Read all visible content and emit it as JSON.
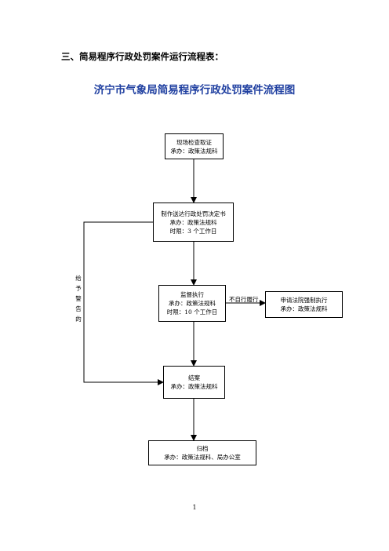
{
  "section_heading": "三、简易程序行政处罚案件运行流程表：",
  "chart_title": "济宁市气象局简易程序行政处罚案件流程图",
  "nodes": {
    "inspect": {
      "line1": "现场检查取证",
      "line2": "承办：政策法规科"
    },
    "decision": {
      "line1": "制作送达行政处罚决定书",
      "line2": "承办：政策法规科",
      "line3": "时限：3 个工作日"
    },
    "supervise": {
      "line1": "监督执行",
      "line2": "承办：政策法规科",
      "line3": "时限：10 个工作日"
    },
    "enforce": {
      "line1": "申请法院强制执行",
      "line2": "承办：政策法规科"
    },
    "close": {
      "line1": "结案",
      "line2": "承办：政策法规科"
    },
    "archive": {
      "line1": "归档",
      "line2": "承办：政策法规科、局办公室"
    }
  },
  "edge_labels": {
    "not_performed": "不自行履行",
    "warning": "给予警告的"
  },
  "page_number": "1"
}
